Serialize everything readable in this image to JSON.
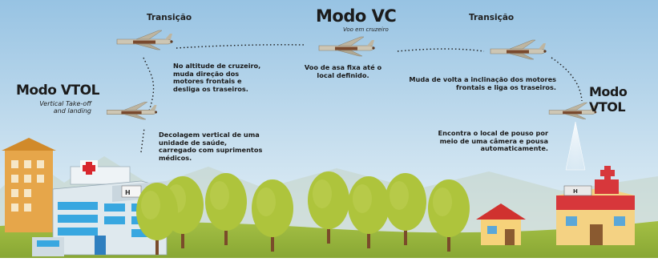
{
  "stages": {
    "vtol_left": {
      "title": "Modo VTOL",
      "subtitle": "Vertical Take-off and landing"
    },
    "transition_left": {
      "title": "Transição"
    },
    "vc": {
      "title": "Modo VC",
      "subtitle": "Voo em cruzeiro"
    },
    "transition_right": {
      "title": "Transição"
    },
    "vtol_right": {
      "title": "Modo VTOL"
    }
  },
  "descriptions": {
    "takeoff": "Decolagem vertical de uma unidade de saúde, carregado com suprimentos médicos.",
    "cruise_altitude": "No altitude de cruzeiro, muda direção dos motores frontais e desliga os traseiros.",
    "fixed_wing": "Voo de asa fixa até o local definido.",
    "return_tilt": "Muda de volta a inclinação dos motores frontais e liga os traseiros.",
    "landing": "Encontra o local de pouso por meio de uma câmera e pousa automaticamente."
  },
  "colors": {
    "sky_top": "#9ec8e6",
    "sky_bottom": "#e6f1f8",
    "grass": "#8fae3a",
    "tree": "#a9c23a",
    "drone_body": "#cfc8b8",
    "hospital_cross": "#d8262c"
  }
}
